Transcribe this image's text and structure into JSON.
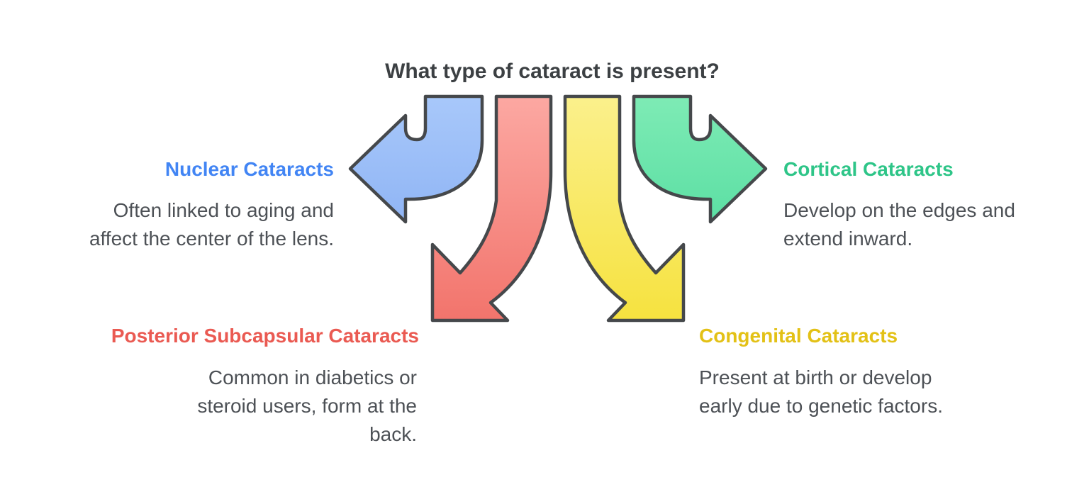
{
  "title": "What type of cataract is present?",
  "sections": {
    "nuclear": {
      "heading": "Nuclear Cataracts",
      "body": "Often linked to aging and\naffect the center of the lens.",
      "heading_color": "#4285f4",
      "arrow_direction": "left",
      "arrow_color_top": "#a8c8fa",
      "arrow_color_bottom": "#90b5f5"
    },
    "posterior": {
      "heading": "Posterior Subcapsular Cataracts",
      "body": "Common in diabetics or\nsteroid users, form at the\nback.",
      "heading_color": "#ea5a52",
      "arrow_direction": "down-left",
      "arrow_color_top": "#fca8a2",
      "arrow_color_bottom": "#f2746c"
    },
    "congenital": {
      "heading": "Congenital Cataracts",
      "body": "Present at birth or develop\nearly due to genetic factors.",
      "heading_color": "#e3c116",
      "arrow_direction": "down-right",
      "arrow_color_top": "#fbf08c",
      "arrow_color_bottom": "#f6e23f"
    },
    "cortical": {
      "heading": "Cortical Cataracts",
      "body": "Develop on the edges and\nextend inward.",
      "heading_color": "#2ec588",
      "arrow_direction": "right",
      "arrow_color_top": "#7eebb5",
      "arrow_color_bottom": "#5cdfa4"
    }
  },
  "colors": {
    "background": "#ffffff",
    "outline": "#45484b",
    "title_text": "#3c4043",
    "body_text": "#4d5156"
  }
}
